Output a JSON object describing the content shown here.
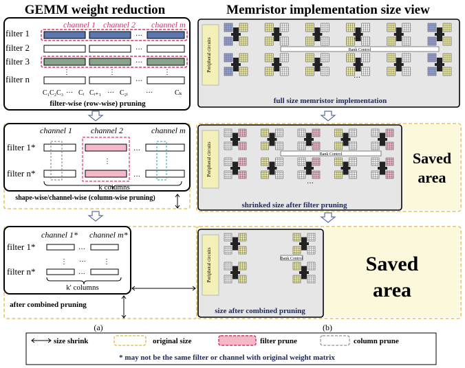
{
  "panel_a": {
    "title": "GEMM weight reduction",
    "top_filters": [
      "filter 1",
      "filter 2",
      "filter 3",
      "filter n"
    ],
    "channel_labels": [
      "channel 1",
      "channel 2",
      "channel m"
    ],
    "column_labels": [
      "C₁",
      "C₂",
      "C₃",
      "···",
      "Cᵢ",
      "Cᵢ₊₁",
      "···",
      "C₂ᵢ",
      "···",
      "Cₖ"
    ],
    "top_caption": "filter-wise (row-wise) pruning",
    "mid_channel_labels": [
      "channel 1",
      "channel 2",
      "channel m"
    ],
    "mid_filters": [
      "filter 1*",
      "filter n*"
    ],
    "mid_columns": "k columns",
    "mid_caption": "shape-wise/channel-wise (column-wise pruning)",
    "bot_channel_labels": [
      "channel 1*",
      "channel m*"
    ],
    "bot_filters": [
      "filter 1*",
      "filter n*"
    ],
    "bot_columns": "k' columns",
    "bot_caption": "after combined pruning",
    "sub_label": "(a)"
  },
  "panel_b": {
    "title": "Memristor implementation size view",
    "top_caption": "full size memristor implementation",
    "mid_caption": "shrinked size after filter pruning",
    "bot_caption": "size after combined pruning",
    "peripheral": "Peripheral circuits",
    "bank_control": "Bank Control",
    "saved_mid": "Saved area",
    "saved_bot": "Saved area",
    "sub_label": "(b)"
  },
  "legend": {
    "size_shrink": "size shrink",
    "original_size": "original size",
    "filter_prune": "filter prune",
    "column_prune": "column prune",
    "note": "* may not be the same filter or channel with original weight matrix"
  },
  "colors": {
    "filter_bar_blue": "#5b78b0",
    "filter_bar_green": "#8aa38a",
    "prune_pink": "#f4b8c8",
    "prune_red": "#e0306a",
    "saved_area_bg": "#fbf8dc",
    "yellow_dash": "#e3c25a",
    "grid_yellow": "#f1eea0",
    "grid_blue": "#9aa6e0"
  }
}
